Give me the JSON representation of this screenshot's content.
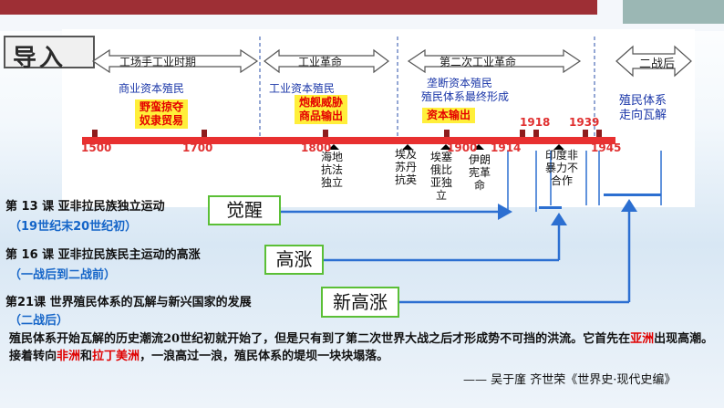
{
  "header": {
    "title": "导入",
    "colors": {
      "top_bar": "#9e2f35",
      "accent_bar": "#9bb7b4",
      "highlight": "#ffef3a",
      "lesson_blue": "#1565c8",
      "box_border": "#5bbf36"
    }
  },
  "timeline": {
    "periods": [
      {
        "label": "工场手工业时期"
      },
      {
        "label": "工业革命"
      },
      {
        "label": "第二次工业革命"
      },
      {
        "label": "二战后"
      }
    ],
    "captions": {
      "commercial_capital": "商业资本殖民",
      "industrial_capital": "工业资本殖民",
      "monopoly_line1": "垄断资本殖民",
      "monopoly_line2": "殖民体系最终形成",
      "postwar_line1": "殖民体系",
      "postwar_line2": "走向瓦解"
    },
    "highlights": {
      "plunder_line1": "野蛮掠夺",
      "plunder_line2": "奴隶贸易",
      "gunboat_line1": "炮舰威胁",
      "gunboat_line2": "商品输出",
      "capital_export": "资本输出"
    },
    "years": [
      "1500",
      "1700",
      "1800",
      "1900",
      "1914",
      "1918",
      "1939",
      "1945"
    ],
    "events": {
      "haiti": "海地抗法独立",
      "egypt_sudan": "埃及苏丹抗英",
      "egypt_ethiopia": "埃塞俄比亚独立",
      "iran": "伊朗宪革命",
      "india": "印度非暴力不合作"
    }
  },
  "lessons": [
    {
      "title": "第 13 课 亚非拉民族独立运动",
      "period": "（19世纪末20世纪初）",
      "tag": "觉醒"
    },
    {
      "title": "第 16 课 亚非拉民族民主运动的高涨",
      "period": "（一战后到二战前）",
      "tag": "高涨"
    },
    {
      "title": "第21课 世界殖民体系的瓦解与新兴国家的发展",
      "period": "（二战后）",
      "tag": "新高涨"
    }
  ],
  "quote": {
    "part1": "殖民体系开始瓦解的历史潮流20世纪初就开始了，但是只有到了第二次世界大战之后才形成势不可挡的洪流。它首先在",
    "asia": "亚洲",
    "part2": "出现高潮。接着转向",
    "africa": "非洲",
    "and": "和",
    "latin_america": "拉丁美洲",
    "part3": "，一浪高过一浪，殖民体系的堤坝一块块塌落。",
    "source": "—— 吴于廑 齐世荣《世界史·现代史编》"
  }
}
